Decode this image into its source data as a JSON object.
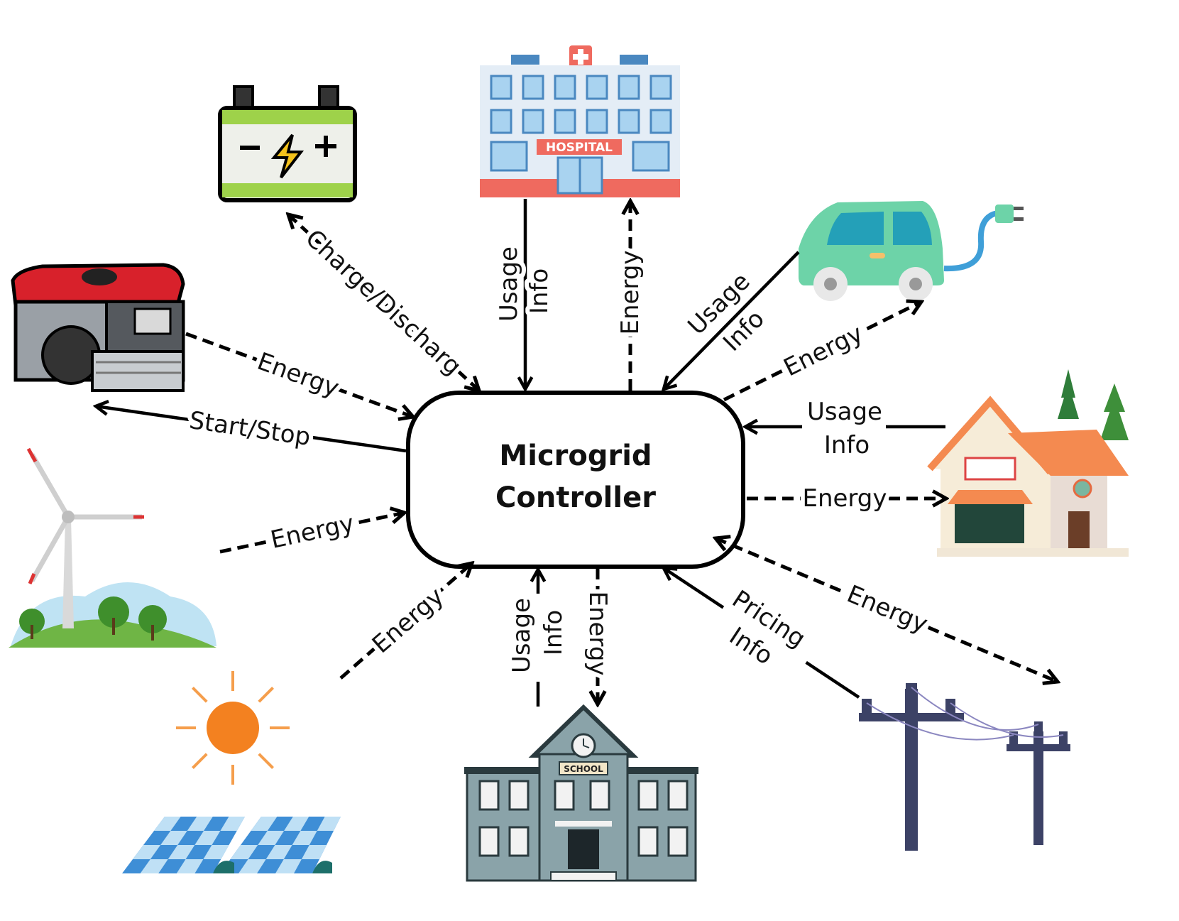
{
  "controller": {
    "line1": "Microgrid",
    "line2": "Controller"
  },
  "labels": {
    "charge": "Charge/Discharg",
    "hospital_usage": "Usage",
    "hospital_info": "Info",
    "hospital_energy": "Energy",
    "ev_usage": "Usage",
    "ev_info": "Info",
    "ev_energy": "Energy",
    "generator_energy": "Energy",
    "start_stop": "Start/Stop",
    "house_usage": "Usage",
    "house_info": "Info",
    "house_energy": "Energy",
    "wind_energy": "Energy",
    "solar_energy": "Energy",
    "school_usage": "Usage",
    "school_info": "Info",
    "school_energy": "Energy",
    "pricing": "Pricing",
    "pricing_info": "Info",
    "grid_energy": "Energy"
  },
  "icon_text": {
    "hospital_sign": "HOSPITAL",
    "school_sign": "SCHOOL"
  },
  "icons": [
    "battery-icon",
    "hospital-icon",
    "electric-car-icon",
    "generator-icon",
    "house-icon",
    "wind-turbine-icon",
    "sun-icon",
    "solar-panel-icon",
    "school-icon",
    "power-pole-icon"
  ],
  "colors": {
    "battery": "#9ed24a",
    "hospital_wall": "#e4edf6",
    "hospital_accent": "#ef6a5f",
    "car": "#6dd3a8",
    "generator": "#d8212b",
    "sun": "#f38120",
    "solar": "#3e8ed6",
    "school": "#8aa3a9",
    "pole": "#3c4266",
    "roof": "#f48a50"
  }
}
